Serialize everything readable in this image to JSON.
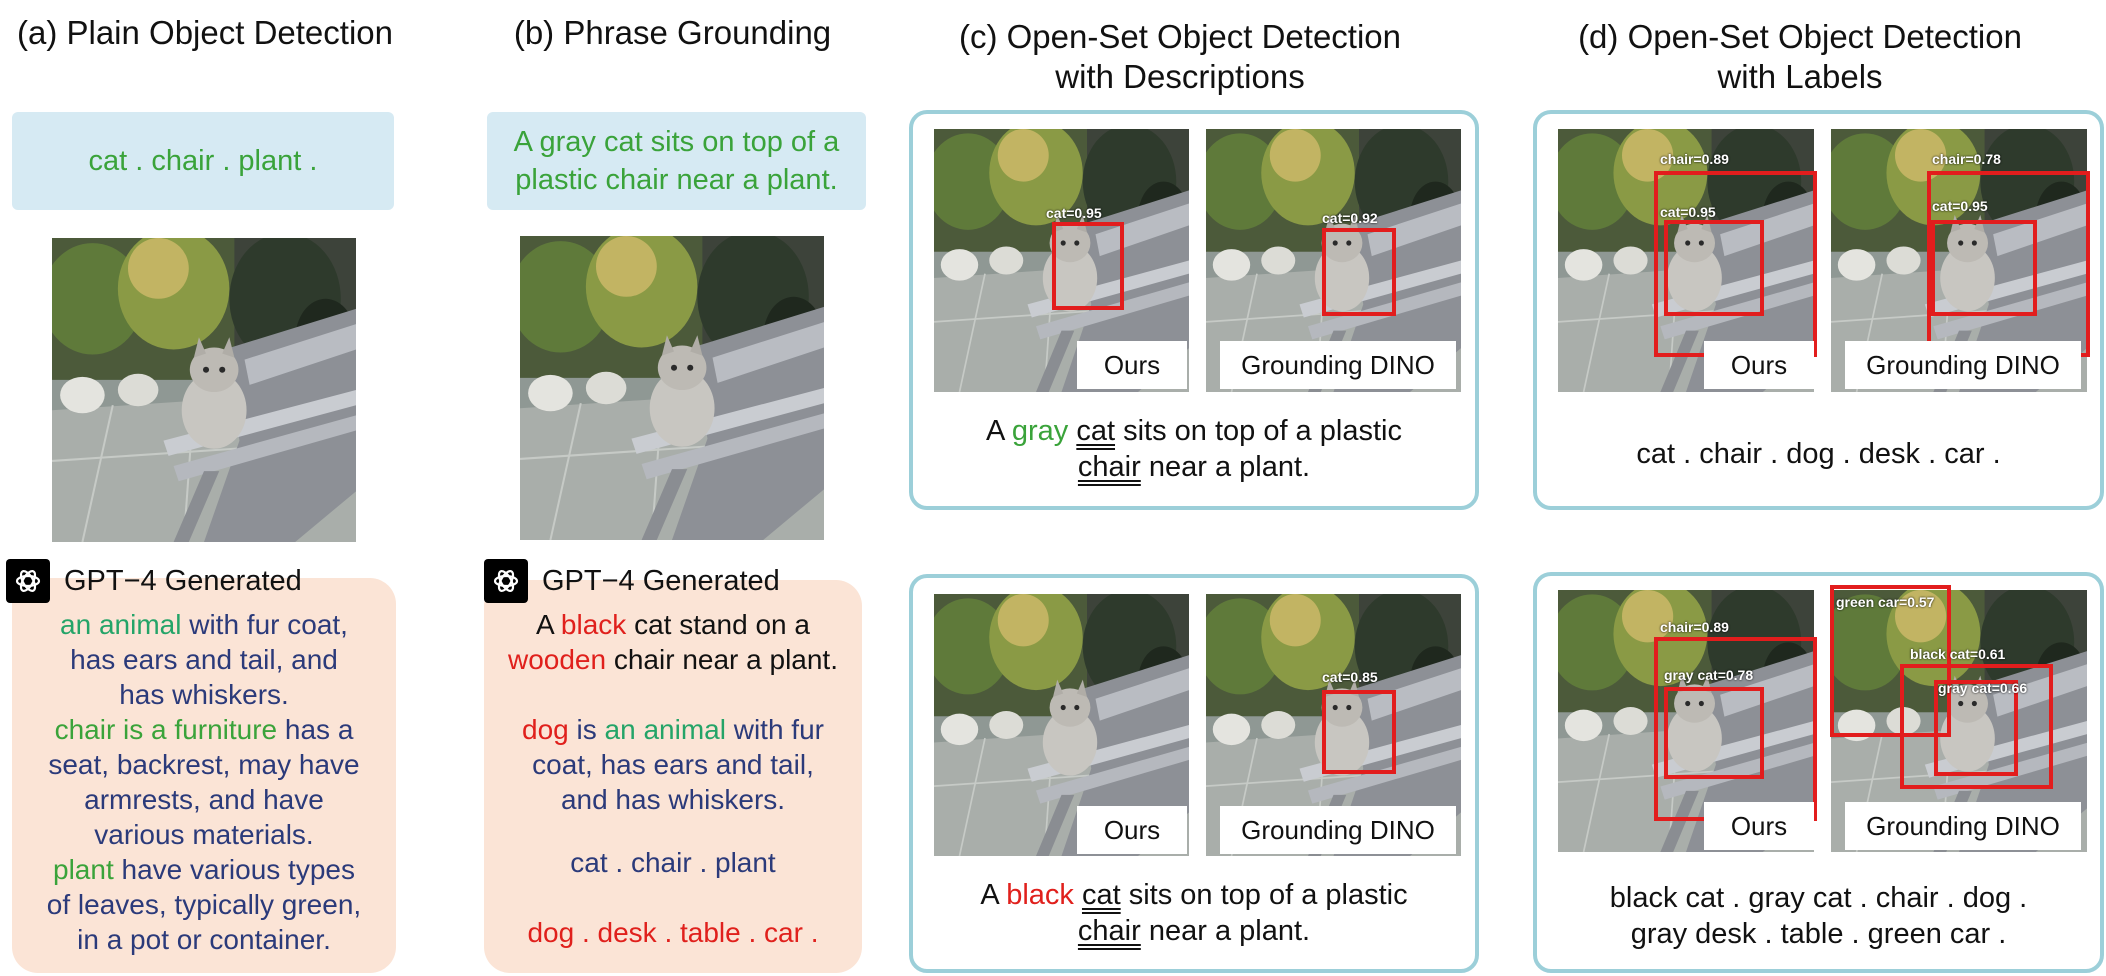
{
  "panels": {
    "a": {
      "title": "(a) Plain Object Detection",
      "prompt": "cat . chair . plant .",
      "gpt_label": "GPT−4 Generated",
      "gpt_lines": [
        [
          {
            "t": "an animal",
            "c": "teal"
          },
          {
            "t": " with fur coat,",
            "c": "navy"
          }
        ],
        [
          {
            "t": "has ears and tail, and",
            "c": "navy"
          }
        ],
        [
          {
            "t": "has whiskers.",
            "c": "navy"
          }
        ],
        [
          {
            "t": "chair is a furniture",
            "c": "green"
          },
          {
            "t": " has a",
            "c": "navy"
          }
        ],
        [
          {
            "t": "seat, backrest, may have",
            "c": "navy"
          }
        ],
        [
          {
            "t": "armrests, and have",
            "c": "navy"
          }
        ],
        [
          {
            "t": "various materials.",
            "c": "navy"
          }
        ],
        [
          {
            "t": "plant",
            "c": "green"
          },
          {
            "t": " have various types",
            "c": "navy"
          }
        ],
        [
          {
            "t": "of leaves, typically green,",
            "c": "navy"
          }
        ],
        [
          {
            "t": "in a pot or container.",
            "c": "navy"
          }
        ]
      ]
    },
    "b": {
      "title": "(b) Phrase Grounding",
      "prompt_line1": "A gray cat sits on top of a",
      "prompt_line2": "plastic chair near a plant.",
      "gpt_label": "GPT−4 Generated",
      "gpt_lines": [
        [
          {
            "t": "A ",
            "c": "black"
          },
          {
            "t": "black",
            "c": "red"
          },
          {
            "t": " cat stand on a",
            "c": "black"
          }
        ],
        [
          {
            "t": "wooden",
            "c": "red"
          },
          {
            "t": " chair near a plant.",
            "c": "black"
          }
        ],
        [
          {
            "t": " ",
            "c": "black"
          }
        ],
        [
          {
            "t": "dog",
            "c": "red"
          },
          {
            "t": " is ",
            "c": "navy"
          },
          {
            "t": "an animal",
            "c": "teal"
          },
          {
            "t": " with fur",
            "c": "navy"
          }
        ],
        [
          {
            "t": "coat, has ears and tail,",
            "c": "navy"
          }
        ],
        [
          {
            "t": "and has whiskers.",
            "c": "navy"
          }
        ]
      ],
      "list1": "cat . chair . plant",
      "list2": "dog . desk . table . car ."
    },
    "c": {
      "title_line1": "(c) Open-Set Object Detection",
      "title_line2": "with Descriptions",
      "ours_label": "Ours",
      "gd_label": "Grounding DINO",
      "top": {
        "ours_det": "cat=0.95",
        "gd_det": "cat=0.92",
        "cap_pre": "A ",
        "cap_adj": "gray",
        "cap_obj": "cat",
        "cap_rest": " sits on top of a plastic",
        "cap_line2_obj": "chair",
        "cap_line2_rest": " near a plant."
      },
      "bottom": {
        "gd_det": "cat=0.85",
        "cap_pre": "A ",
        "cap_adj": "black",
        "cap_obj": "cat",
        "cap_rest": " sits on top of a plastic",
        "cap_line2_obj": "chair",
        "cap_line2_rest": " near a plant."
      }
    },
    "d": {
      "title_line1": "(d) Open-Set Object Detection",
      "title_line2": "with Labels",
      "ours_label": "Ours",
      "gd_label": "Grounding DINO",
      "top": {
        "ours_det_chair": "chair=0.89",
        "ours_det_cat": "cat=0.95",
        "gd_det_chair": "chair=0.78",
        "gd_det_cat": "cat=0.95",
        "caption": "cat . chair . dog . desk . car ."
      },
      "bottom": {
        "ours_det_chair": "chair=0.89",
        "ours_det_cat": "gray cat=0.78",
        "gd_det_car": "green car=0.57",
        "gd_det_black": "black cat=0.61",
        "gd_det_gray": "gray cat=0.66",
        "caption_line1": "black cat . gray cat . chair . dog .",
        "caption_line2": "gray desk . table . green car ."
      }
    }
  },
  "colors": {
    "teal": "#24a468",
    "green": "#3aa33a",
    "navy": "#2b3a7a",
    "red": "#e0201c",
    "black": "#111111",
    "box_blue": "#d6eaf3",
    "box_peach": "#fbe4d6",
    "frame": "#9ccfd9",
    "detection": "#e21d1d"
  },
  "icons": [
    "openai-logo-icon"
  ]
}
